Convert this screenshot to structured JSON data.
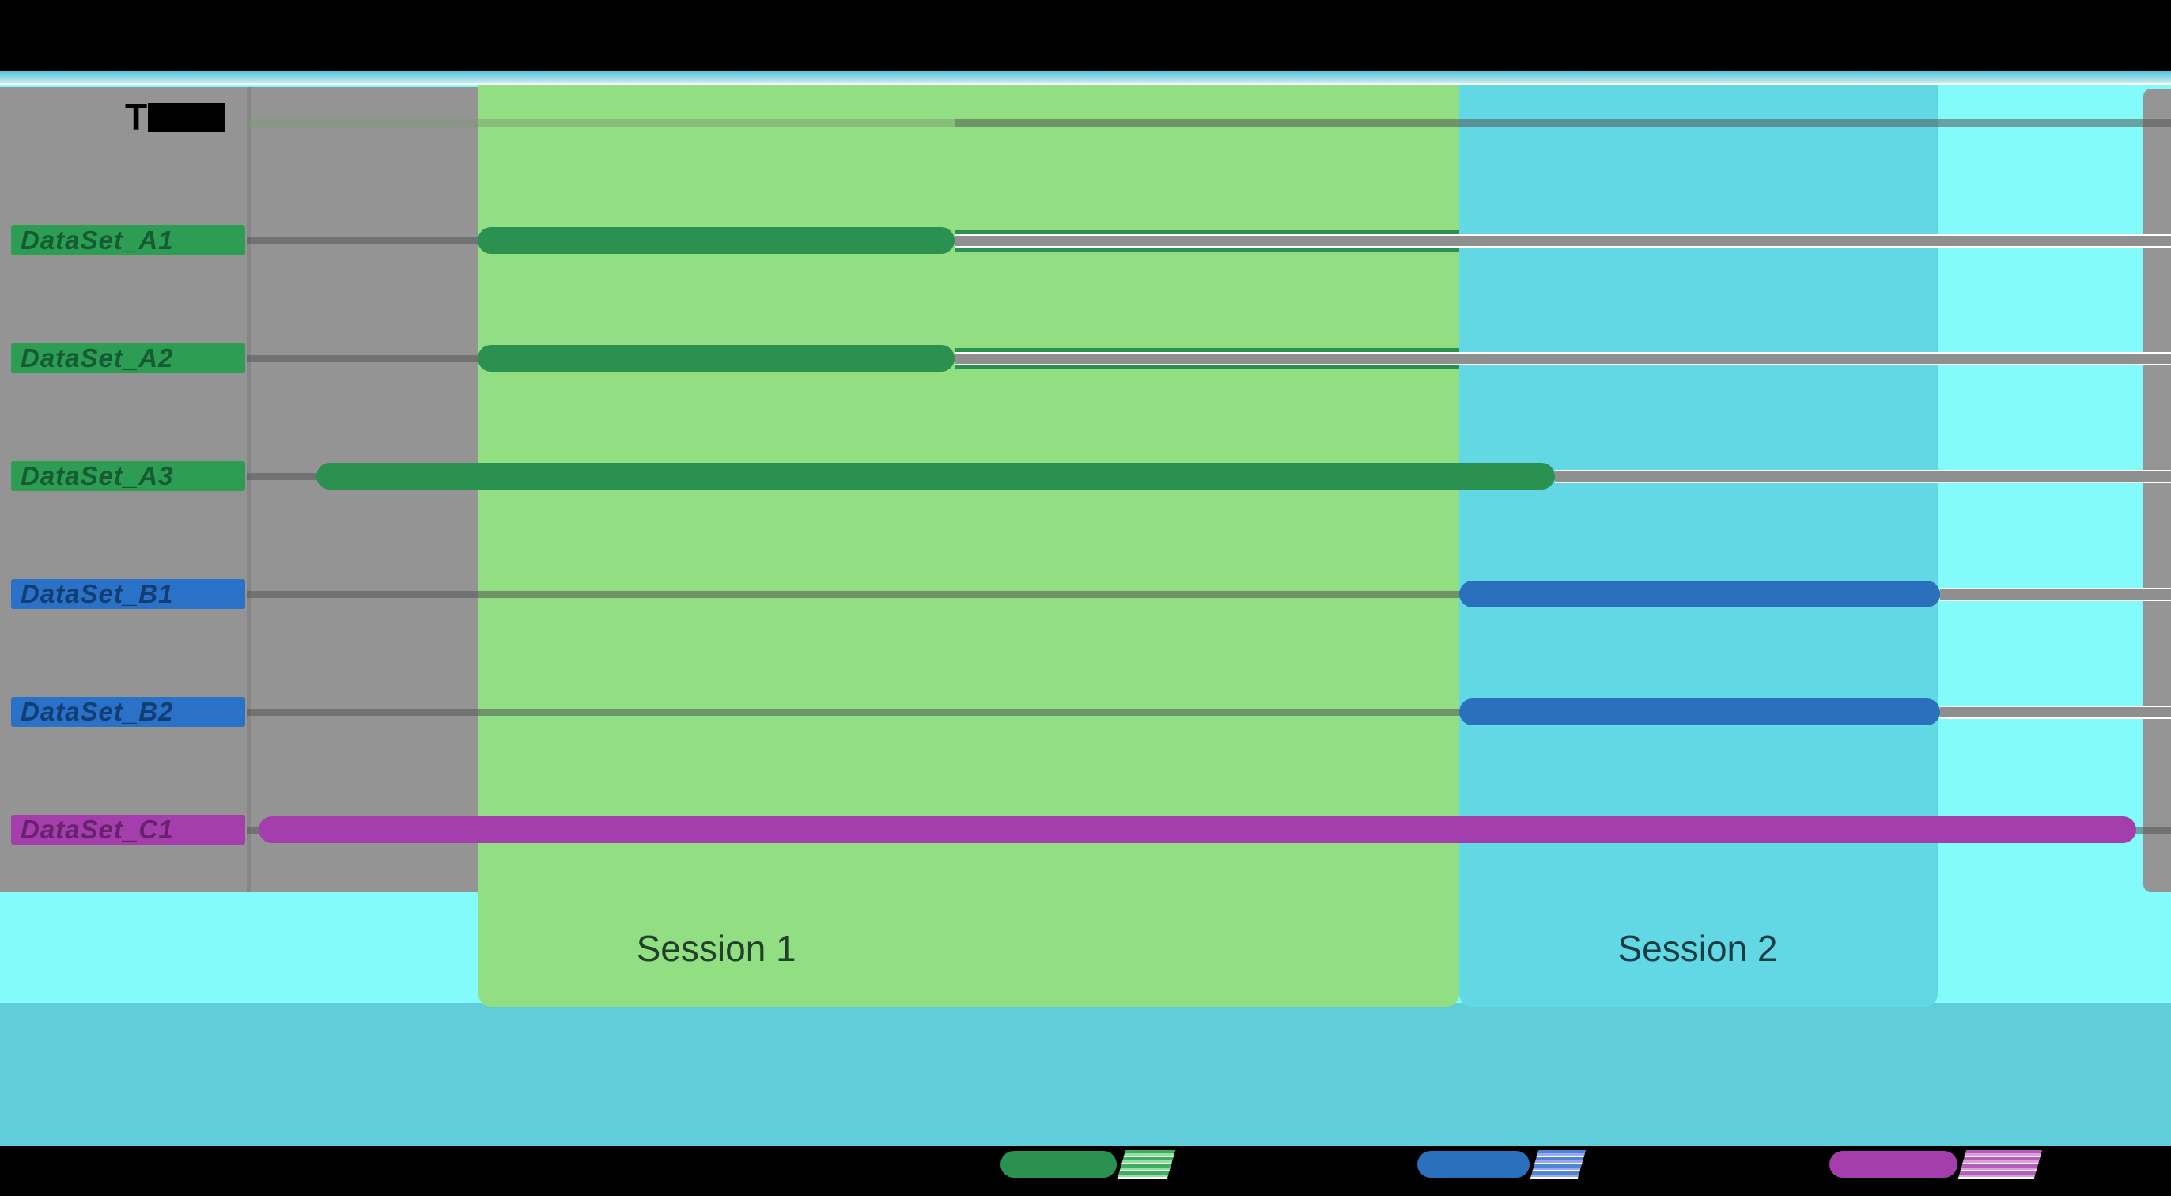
{
  "header": {
    "first_row_visible_text": "T",
    "note": "first row label is mostly a solid black redacted block; only a T glyph is readable"
  },
  "chart_data": {
    "type": "bar",
    "subtype": "horizontal-gantt-timeline",
    "title": "",
    "xlabel": "",
    "ylabel": "",
    "x_axis": {
      "tick_labels": [],
      "note": "time axis is unlabeled; start/end values are fractions of the plot width (x 312px..2745px)"
    },
    "grid": true,
    "rows": [
      {
        "label": "DataSet_A1",
        "group": "A",
        "chip_color": "#2E9D54",
        "chip_text_color": "#155B33",
        "bar": {
          "start": 0.12,
          "end": 0.368,
          "color": "#2B9150"
        },
        "underline": {
          "start": 0.368,
          "end": 1.0,
          "green_backing_until": 0.63
        }
      },
      {
        "label": "DataSet_A2",
        "group": "A",
        "chip_color": "#2E9D54",
        "chip_text_color": "#155B33",
        "bar": {
          "start": 0.12,
          "end": 0.368,
          "color": "#2B9150"
        },
        "underline": {
          "start": 0.368,
          "end": 1.0,
          "green_backing_until": 0.63
        }
      },
      {
        "label": "DataSet_A3",
        "group": "A",
        "chip_color": "#2E9D54",
        "chip_text_color": "#155B33",
        "bar": {
          "start": 0.036,
          "end": 0.68,
          "color": "#2B9150"
        },
        "underline": {
          "start": 0.68,
          "end": 1.0
        }
      },
      {
        "label": "DataSet_B1",
        "group": "B",
        "chip_color": "#2A71C8",
        "chip_text_color": "#123E73",
        "bar": {
          "start": 0.63,
          "end": 0.88,
          "color": "#2A70BD"
        },
        "underline": {
          "start": 0.88,
          "end": 1.0
        }
      },
      {
        "label": "DataSet_B2",
        "group": "B",
        "chip_color": "#2A71C8",
        "chip_text_color": "#123E73",
        "bar": {
          "start": 0.63,
          "end": 0.88,
          "color": "#2A70BD"
        },
        "underline": {
          "start": 0.88,
          "end": 1.0
        }
      },
      {
        "label": "DataSet_C1",
        "group": "C",
        "chip_color": "#A43EAC",
        "chip_text_color": "#67216D",
        "bar": {
          "start": 0.006,
          "end": 0.982,
          "color": "#A43EAC"
        }
      }
    ],
    "sessions": [
      {
        "label": "Session 1",
        "start": 0.1204,
        "end": 0.6301,
        "band_color": "#92DE82",
        "label_center": 0.244,
        "label_text_color": "#24402A"
      },
      {
        "label": "Session 2",
        "start": 0.6301,
        "end": 0.8787,
        "band_color": "#63D8E5",
        "label_center": 0.754,
        "label_text_color": "#173C43"
      }
    ],
    "legend": {
      "position": "bottom",
      "note": "legend labels are black-on-black (redacted); only color swatches and striped slash glyphs are visible",
      "items": [
        {
          "label": "",
          "color": "#2B9150",
          "stripe_colors": [
            "#3FAE63",
            "#8FE39A",
            "#FFFFFF"
          ]
        },
        {
          "label": "",
          "color": "#2A70BD",
          "stripe_colors": [
            "#4B86D2",
            "#A0A6EE",
            "#FFFFFF"
          ]
        },
        {
          "label": "",
          "color": "#A43EAC",
          "stripe_colors": [
            "#B65CBE",
            "#D9A0DE",
            "#FFFFFF"
          ]
        }
      ]
    }
  },
  "colors": {
    "top_bar": "#000000",
    "header_strip_top": "#56C4D7",
    "header_strip_bottom": "#C7ECF3",
    "panel_gray": "#949494",
    "right_panel_gray": "#959595",
    "page_cyan": "#84FBFB",
    "bottom_band": "#5FCDDA",
    "legend_band": "#000000",
    "gridline_dark": "rgba(82,88,86,0.55)",
    "gridline_light": "rgba(125,150,115,0.45)",
    "underline_gray": "#8F8F8F",
    "axis_line": "#868686"
  }
}
